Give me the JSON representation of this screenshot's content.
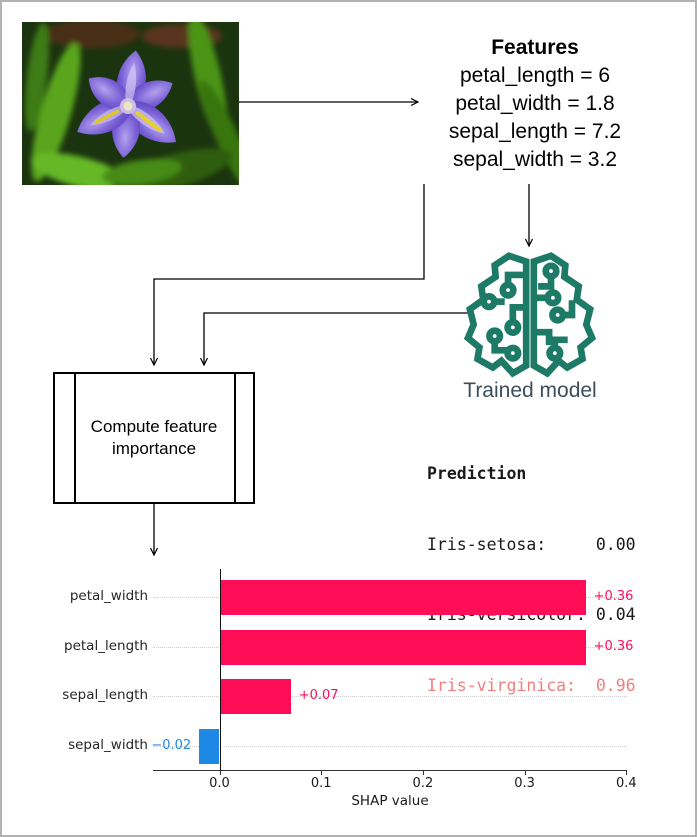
{
  "flowchart": {
    "features": {
      "title": "Features",
      "items": [
        "petal_length = 6",
        "petal_width = 1.8",
        "sepal_length = 7.2",
        "sepal_width = 3.2"
      ]
    },
    "trained_model_label": "Trained model",
    "compute_box_label": "Compute feature importance",
    "prediction": {
      "title": "Prediction",
      "rows": [
        {
          "label": "Iris-setosa:",
          "value": "0.00"
        },
        {
          "label": "Iris-versicolor:",
          "value": "0.04"
        },
        {
          "label": "Iris-virginica:",
          "value": "0.96"
        }
      ]
    }
  },
  "chart_data": {
    "type": "bar",
    "orientation": "horizontal",
    "categories": [
      "petal_width",
      "petal_length",
      "sepal_length",
      "sepal_width"
    ],
    "values": [
      0.36,
      0.36,
      0.07,
      -0.02
    ],
    "value_labels": [
      "+0.36",
      "+0.36",
      "+0.07",
      "−0.02"
    ],
    "xlabel": "SHAP value",
    "xticks": [
      0.0,
      0.1,
      0.2,
      0.3,
      0.4
    ],
    "xtick_labels": [
      "0.0",
      "0.1",
      "0.2",
      "0.3",
      "0.4"
    ],
    "xlim": [
      -0.065,
      0.4
    ],
    "grid": "dotted horizontal",
    "positive_color": "#ff0d57",
    "negative_color": "#1e88e5"
  },
  "colors": {
    "brain_teal": "#1d7a66",
    "model_label_text": "#3d4e5a",
    "prediction_highlight": "#f08080",
    "page_border": "#b2b2b2"
  }
}
